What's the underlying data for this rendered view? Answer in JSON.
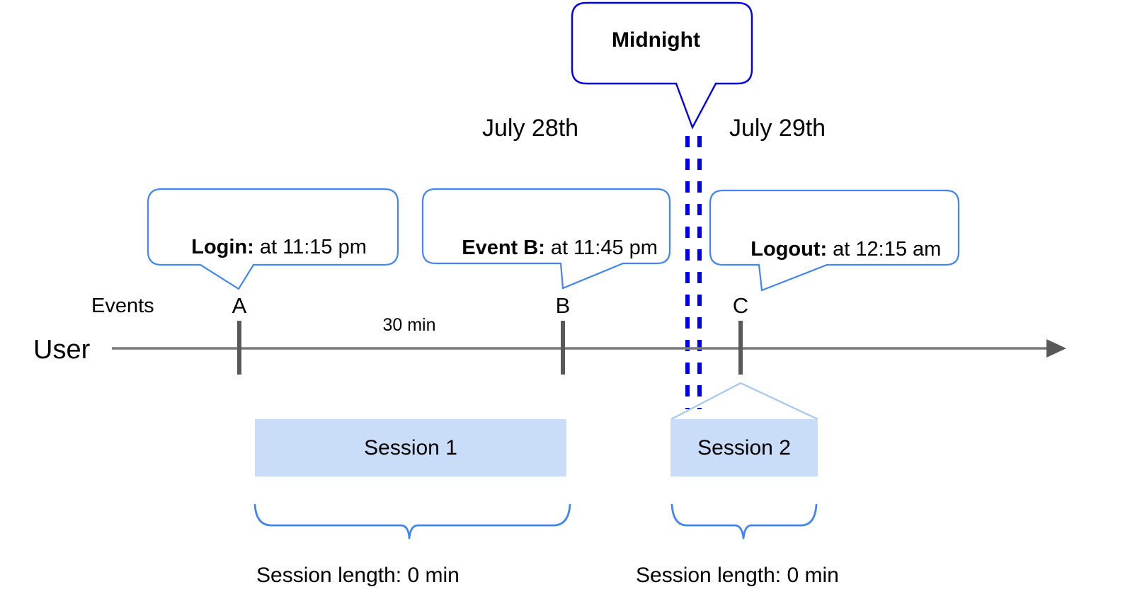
{
  "diagram": {
    "title_callout": {
      "label": "Midnight"
    },
    "dates": [
      {
        "id": "date-left",
        "label": "July 28th"
      },
      {
        "id": "date-right",
        "label": "July 29th"
      }
    ],
    "axis": {
      "row_label": "User",
      "events_label": "Events",
      "duration_label": "30 min"
    },
    "event_callouts": [
      {
        "id": "login",
        "bold": "Login:",
        "rest": " at 11:15 pm"
      },
      {
        "id": "event-b",
        "bold": "Event B:",
        "rest": " at 11:45 pm"
      },
      {
        "id": "logout",
        "bold": "Logout:",
        "rest": " at 12:15 am"
      }
    ],
    "event_markers": [
      {
        "id": "marker-a",
        "label": "A"
      },
      {
        "id": "marker-b",
        "label": "B"
      },
      {
        "id": "marker-c",
        "label": "C"
      }
    ],
    "sessions": [
      {
        "id": "session-1",
        "label": "Session 1",
        "length_label": "Session length: 0 min"
      },
      {
        "id": "session-2",
        "label": "Session 2",
        "length_label": "Session length: 0 min"
      }
    ],
    "colors": {
      "midnight_blue": "#0000ee",
      "callout_blue": "#4285f4",
      "session_fill": "#c9dcf8",
      "session_edge": "#a8c7f0",
      "axis_gray": "#7a7a7a",
      "tick_gray": "#595959",
      "brace_blue": "#4285f4"
    },
    "icons": {
      "arrow": "axis-arrow-icon",
      "midnight_divider": "midnight-dashed-divider-icon"
    }
  }
}
